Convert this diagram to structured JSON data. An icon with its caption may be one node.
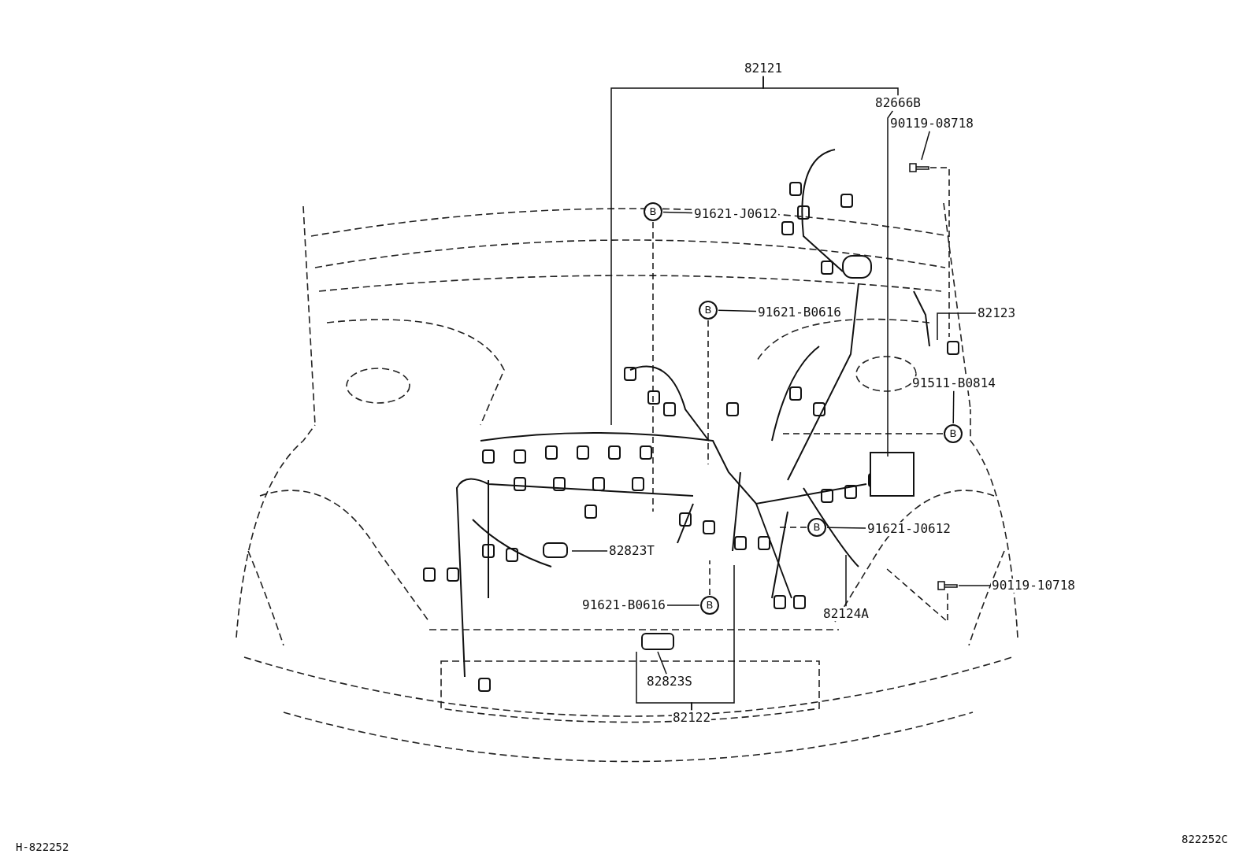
{
  "diagram": {
    "nodes": [
      {
        "text": [
          "82121"
        ]
      },
      {
        "text": [
          "82666B"
        ]
      },
      {
        "text": [
          "90119-08718"
        ]
      },
      {
        "text": [],
        "shape": "picture"
      },
      {
        "text": [
          "B"
        ]
      },
      {
        "text": [
          "91621-J0612"
        ]
      },
      {
        "text": [
          "B"
        ]
      },
      {
        "text": [
          "91621-B0616"
        ]
      },
      {
        "text": [
          "82123"
        ]
      },
      {
        "text": [
          "91511-B0814"
        ]
      },
      {
        "text": [
          "B"
        ]
      },
      {
        "text": [
          "B"
        ]
      },
      {
        "text": [
          "91621-J0612"
        ]
      },
      {
        "text": [
          "82823T"
        ]
      },
      {
        "text": [],
        "shape": "picture"
      },
      {
        "text": [
          "90119-10718"
        ]
      },
      {
        "text": [
          "82124A"
        ]
      },
      {
        "text": [
          "91621-B0616"
        ]
      },
      {
        "text": [
          "B"
        ]
      },
      {
        "text": [
          "82823S"
        ]
      },
      {
        "text": [
          "82122"
        ]
      }
    ],
    "edges": [
      {
        "from": 0,
        "to": null,
        "arrow": "none"
      },
      {
        "from": 0,
        "to": 1,
        "arrow": "none"
      },
      {
        "from": 1,
        "to": null,
        "arrow": "none"
      },
      {
        "from": 2,
        "to": 3,
        "arrow": "none"
      },
      {
        "from": 3,
        "to": null,
        "arrow": "none",
        "style": "dashed"
      },
      {
        "from": 5,
        "to": 4,
        "arrow": "none"
      },
      {
        "from": 4,
        "to": null,
        "arrow": "none",
        "style": "dashed"
      },
      {
        "from": 7,
        "to": 6,
        "arrow": "none"
      },
      {
        "from": 6,
        "to": null,
        "arrow": "none",
        "style": "dashed"
      },
      {
        "from": 8,
        "to": null,
        "arrow": "none"
      },
      {
        "from": 9,
        "to": 10,
        "arrow": "none"
      },
      {
        "from": 10,
        "to": null,
        "arrow": "none",
        "style": "dashed"
      },
      {
        "from": 12,
        "to": 11,
        "arrow": "none"
      },
      {
        "from": 11,
        "to": null,
        "arrow": "none",
        "style": "dashed"
      },
      {
        "from": 13,
        "to": null,
        "arrow": "none"
      },
      {
        "from": 15,
        "to": 14,
        "arrow": "none"
      },
      {
        "from": 14,
        "to": null,
        "arrow": "none",
        "style": "dashed"
      },
      {
        "from": 16,
        "to": null,
        "arrow": "none"
      },
      {
        "from": 17,
        "to": 18,
        "arrow": "none"
      },
      {
        "from": 18,
        "to": null,
        "arrow": "none",
        "style": "dashed"
      },
      {
        "from": 19,
        "to": null,
        "arrow": "none"
      },
      {
        "from": 20,
        "to": null,
        "arrow": "none"
      },
      {
        "from": 20,
        "to": null,
        "arrow": "none"
      }
    ],
    "labels": [
      "H-822252",
      "822252C"
    ]
  }
}
